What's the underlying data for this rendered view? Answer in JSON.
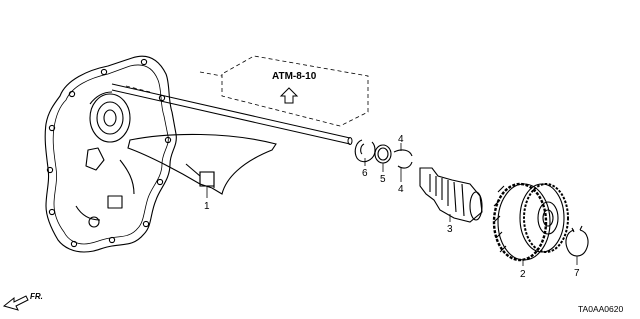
{
  "reference": {
    "label": "ATM-8-10"
  },
  "callouts": [
    {
      "id": "1",
      "text": "1"
    },
    {
      "id": "2",
      "text": "2"
    },
    {
      "id": "3",
      "text": "3"
    },
    {
      "id": "4a",
      "text": "4"
    },
    {
      "id": "4b",
      "text": "4"
    },
    {
      "id": "5",
      "text": "5"
    },
    {
      "id": "6",
      "text": "6"
    },
    {
      "id": "7",
      "text": "7"
    }
  ],
  "direction": {
    "label": "FR."
  },
  "diagram_code": "TA0AA0620",
  "icons": [
    "up-arrow-icon",
    "front-arrow-icon"
  ]
}
